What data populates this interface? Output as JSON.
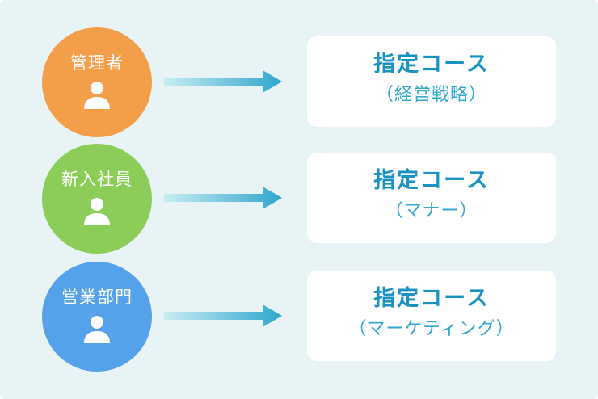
{
  "colors": {
    "background": "#e8f3f6",
    "box": "#ffffff",
    "title_text": "#1b93c2",
    "sub_text": "#34a7cf",
    "arrow_start": "#c9ecf3",
    "arrow_end": "#2ea6cc"
  },
  "rows": [
    {
      "role": "管理者",
      "role_color": "#f39f4a",
      "icon": "person-icon",
      "course_title": "指定コース",
      "course_detail": "（経営戦略）"
    },
    {
      "role": "新入社員",
      "role_color": "#8ccd5a",
      "icon": "person-icon",
      "course_title": "指定コース",
      "course_detail": "（マナー）"
    },
    {
      "role": "営業部門",
      "role_color": "#56a2ea",
      "icon": "person-icon",
      "course_title": "指定コース",
      "course_detail": "（マーケティング）"
    }
  ]
}
